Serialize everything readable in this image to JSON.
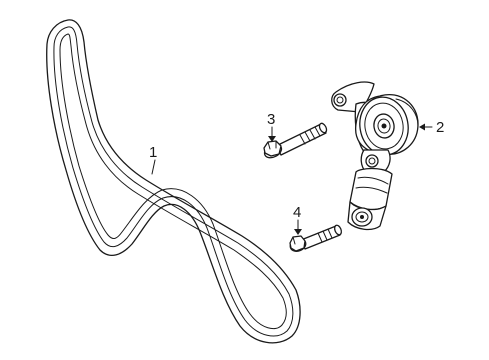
{
  "callouts": {
    "belt": "1",
    "tensioner": "2",
    "upper_bolt": "3",
    "lower_bolt": "4"
  },
  "parts": [
    {
      "callout": "1",
      "icon": "serpentine-belt-icon"
    },
    {
      "callout": "2",
      "icon": "belt-tensioner-icon"
    },
    {
      "callout": "3",
      "icon": "bolt-icon"
    },
    {
      "callout": "4",
      "icon": "bolt-icon"
    }
  ],
  "colors": {
    "line": "#1a1a1a",
    "background": "#ffffff"
  }
}
